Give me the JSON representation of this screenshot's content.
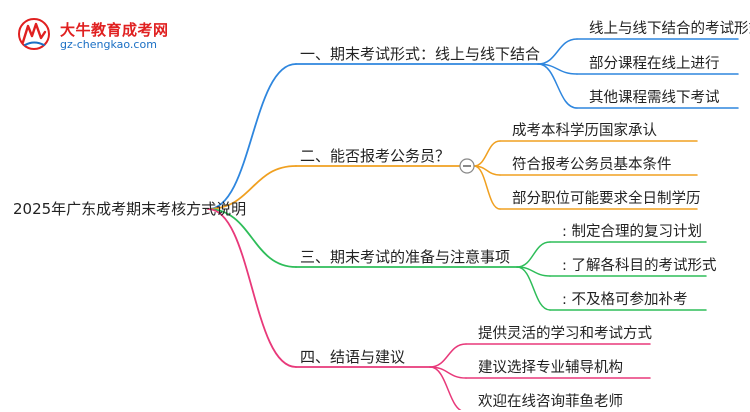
{
  "brand": {
    "name": "大牛教育成考网",
    "domain": "gz-chengkao.com"
  },
  "mindmap": {
    "root": "2025年广东成考期末考核方式说明",
    "colors": {
      "blue": "#2e86de",
      "orange": "#f0a020",
      "green": "#2ebd59",
      "pink": "#e8397a"
    },
    "branches": [
      {
        "label": "一、期末考试形式：线上与线下结合",
        "color": "blue",
        "children": [
          "线上与线下结合的考试形式",
          "部分课程在线上进行",
          "其他课程需线下考试"
        ]
      },
      {
        "label": "二、能否报考公务员？",
        "color": "orange",
        "collapse_icon": "minus-circle-icon",
        "children": [
          "成考本科学历国家承认",
          "符合报考公务员基本条件",
          "部分职位可能要求全日制学历"
        ]
      },
      {
        "label": "三、期末考试的准备与注意事项",
        "color": "green",
        "children": [
          ": 制定合理的复习计划",
          ": 了解各科目的考试形式",
          ": 不及格可参加补考"
        ]
      },
      {
        "label": "四、结语与建议",
        "color": "pink",
        "children": [
          "提供灵活的学习和考试方式",
          "建议选择专业辅导机构",
          "欢迎在线咨询菲鱼老师"
        ]
      }
    ]
  }
}
